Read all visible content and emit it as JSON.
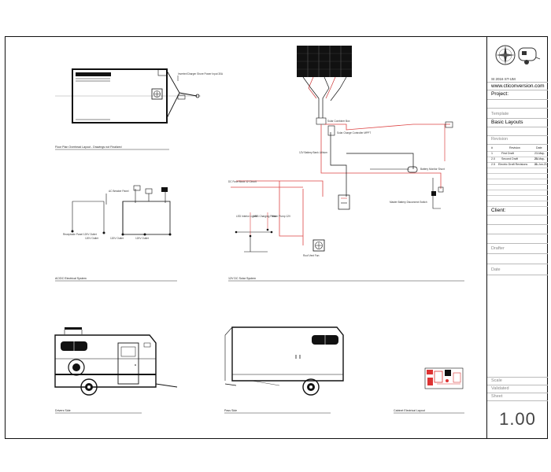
{
  "title_block": {
    "company_tagline": "St 2016 ST-UM",
    "website": "www.cticonversion.com",
    "project_label": "Project:",
    "drawing_type_label": "Template",
    "drawing_title": "Basic Layouts",
    "revision_label": "Revision",
    "revision_headers": [
      "#",
      "Revision",
      "Date"
    ],
    "revisions": [
      {
        "num": "1",
        "desc": "First Draft",
        "date": "23-May-21"
      },
      {
        "num": "2.0",
        "desc": "Second Draft",
        "date": "25-May-21"
      },
      {
        "num": "2.5",
        "desc": "Electric Draft Revisions",
        "date": "11-Jun-21"
      }
    ],
    "client_label": "Client:",
    "drafter_label": "Drafter",
    "date_label": "Date",
    "scale_label": "Scale",
    "checked_label": "Validated",
    "sheet_label": "Sheet",
    "sheet_number": "1.00"
  },
  "captions": {
    "floor_plan": "Floor Plan Overhead Layout - Drawings not Finalized",
    "ac_system": "AC/DC Electrical System",
    "dc_system": "12V DC Solar System",
    "left_side": "Drivers Side",
    "right_side": "Pass Side",
    "exhaust": "Cabinet Electrical Layout"
  },
  "labels": {
    "outlet_1": "Receptacle Panel 120V Outlet",
    "outlet_2": "120V Outlet",
    "outlet_3": "120V Outlet",
    "outlet_4": "120V Outlet",
    "inverter": "Inverter/Charger Shore Power Input 30A",
    "solar_ctrl": "Solar Charge Controller MPPT",
    "battery": "12V Battery Bank Lithium",
    "dc_fuse": "DC Fuse Block 12 Circuit",
    "fan": "Roof Vent Fan",
    "lights": "LED Interior Lights",
    "usb": "USB Charging Ports",
    "pump": "Water Pump 12V",
    "breaker_box": "AC Breaker Panel",
    "switch": "Master Battery Disconnect Switch",
    "shunt": "Battery Monitor Shunt",
    "combiner": "Solar Combiner Box"
  }
}
